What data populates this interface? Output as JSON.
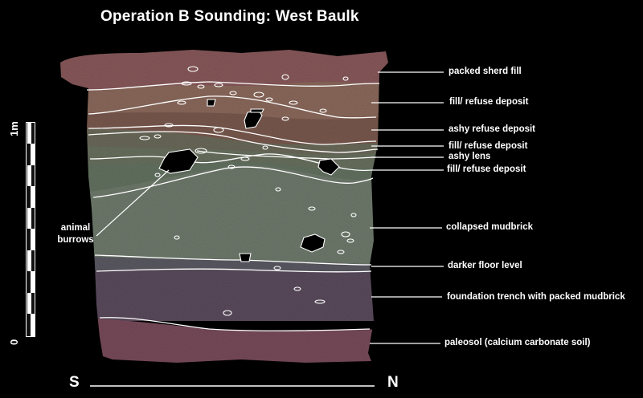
{
  "title": "Operation B Sounding: West Baulk",
  "scale": {
    "top_label": "1m",
    "bottom_label": "0"
  },
  "burrow_label": {
    "line1": "animal",
    "line2": "burrows"
  },
  "orientation": {
    "left": "S",
    "right": "N"
  },
  "layers": [
    {
      "id": "packed-sherd-fill",
      "label": "packed sherd fill",
      "color": "#8a5a5c"
    },
    {
      "id": "fill-refuse-1",
      "label": "fill/ refuse deposit",
      "color": "#8c6a5c"
    },
    {
      "id": "ashy-refuse",
      "label": "ashy refuse deposit",
      "color": "#7a5a4e"
    },
    {
      "id": "fill-refuse-2",
      "label": "fill/ refuse deposit",
      "color": "#6d6a5a"
    },
    {
      "id": "ashy-lens",
      "label": "ashy lens",
      "color": "#6c7260"
    },
    {
      "id": "fill-refuse-3",
      "label": "fill/ refuse deposit",
      "color": "#657463"
    },
    {
      "id": "collapsed-mudbrick",
      "label": "collapsed mudbrick",
      "color": "#6f7b6d"
    },
    {
      "id": "darker-floor",
      "label": "darker floor level",
      "color": "#5c5a63"
    },
    {
      "id": "foundation-trench",
      "label": "foundation trench with packed mudbrick",
      "color": "#5c4c5e"
    },
    {
      "id": "paleosol",
      "label": "paleosol (calcium carbonate soil)",
      "color": "#7a4c5c"
    }
  ]
}
